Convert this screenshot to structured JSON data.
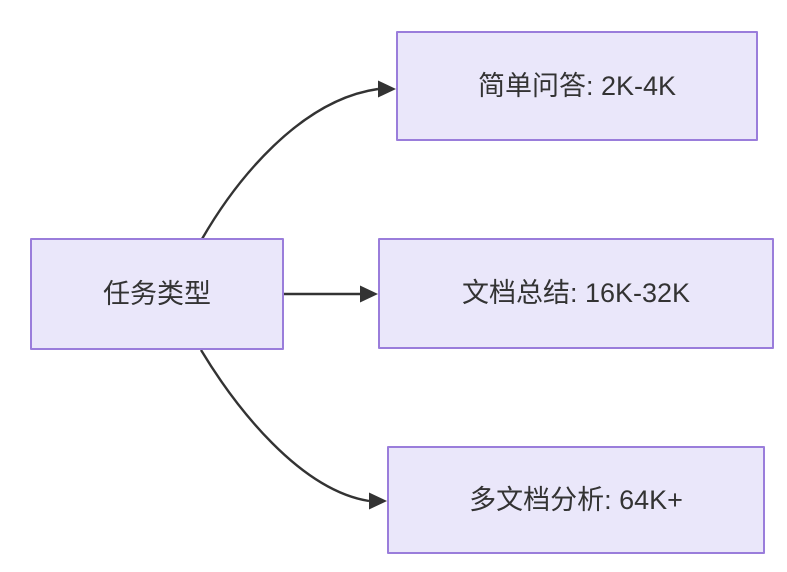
{
  "diagram": {
    "type": "flowchart",
    "direction": "left-to-right",
    "background_color": "#ffffff",
    "node_fill_color": "#eae7fa",
    "node_border_color": "#9a7ddb",
    "text_color": "#333333",
    "edge_color": "#333333",
    "nodes": [
      {
        "id": "source",
        "label": "任务类型",
        "role": "root"
      },
      {
        "id": "simple-qa",
        "label": "简单问答: 2K-4K",
        "role": "leaf"
      },
      {
        "id": "doc-summary",
        "label": "文档总结: 16K-32K",
        "role": "leaf"
      },
      {
        "id": "multi-doc",
        "label": "多文档分析: 64K+",
        "role": "leaf"
      }
    ],
    "edges": [
      {
        "id": "edge-source-simple-qa",
        "from": "source",
        "to": "simple-qa",
        "label": "",
        "style": "curved-arrow"
      },
      {
        "id": "edge-source-doc-summary",
        "from": "source",
        "to": "doc-summary",
        "label": "",
        "style": "straight-arrow"
      },
      {
        "id": "edge-source-multi-doc",
        "from": "source",
        "to": "multi-doc",
        "label": "",
        "style": "curved-arrow"
      }
    ]
  }
}
